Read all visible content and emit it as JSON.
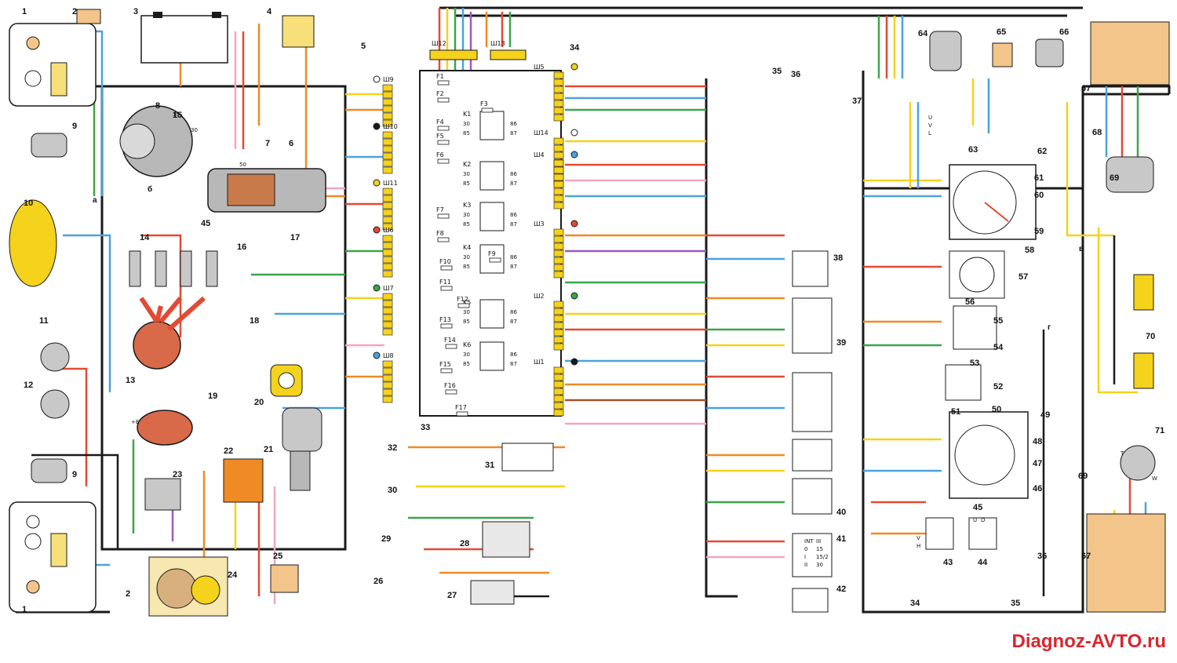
{
  "watermark": "Diagnoz-AVTO.ru",
  "component_numbers": [
    "1",
    "2",
    "3",
    "4",
    "5",
    "6",
    "7",
    "8",
    "9",
    "10",
    "11",
    "12",
    "13",
    "14",
    "15",
    "16",
    "17",
    "18",
    "19",
    "20",
    "21",
    "22",
    "23",
    "24",
    "25",
    "26",
    "27",
    "28",
    "29",
    "30",
    "31",
    "32",
    "33",
    "34",
    "35",
    "36",
    "37",
    "38",
    "39",
    "40",
    "41",
    "42",
    "43",
    "44",
    "45",
    "46",
    "47",
    "48",
    "49",
    "50",
    "51",
    "52",
    "53",
    "54",
    "55",
    "56",
    "57",
    "58",
    "59",
    "60",
    "61",
    "62",
    "63",
    "64",
    "65",
    "66",
    "67",
    "68",
    "69",
    "70",
    "71"
  ],
  "connector_labels": {
    "left": [
      "Ш9",
      "Ш10",
      "Ш11",
      "Ш6",
      "Ш7",
      "Ш8"
    ],
    "right": [
      "Ш5",
      "Ш14",
      "Ш4",
      "Ш3",
      "Ш2",
      "Ш1"
    ],
    "top": [
      "Ш12",
      "Ш13"
    ]
  },
  "fuses": [
    "F1",
    "F2",
    "F3",
    "F4",
    "F5",
    "F6",
    "F7",
    "F8",
    "F9",
    "F10",
    "F11",
    "F12",
    "F13",
    "F14",
    "F15",
    "F16",
    "F17"
  ],
  "relays": [
    "K1",
    "K2",
    "K3",
    "K4",
    "K5",
    "K6"
  ],
  "relay_pins": [
    "30",
    "85",
    "86",
    "87"
  ],
  "sub_labels": [
    "а",
    "б",
    "в",
    "г"
  ],
  "generator_pins": [
    "15",
    "30",
    "50"
  ],
  "ignition_pins": [
    "+Б"
  ],
  "switch_pins": [
    "INT",
    "0",
    "I",
    "II",
    "III",
    "15",
    "15/2",
    "30"
  ],
  "fuel_pins": [
    "T",
    "W"
  ],
  "lamp_pins": [
    "U",
    "V",
    "L",
    "U",
    "D",
    "V",
    "H"
  ],
  "wire_colors": {
    "black": "#1a1a1a",
    "red": "#e24a33",
    "orange": "#f08a24",
    "yellow": "#f5d21b",
    "blue": "#4aa3df",
    "green": "#3aa64a",
    "pink": "#f4a6c0",
    "violet": "#9a5bc4",
    "brown": "#a0522d",
    "grey": "#9a9a9a",
    "white": "#ffffff"
  }
}
